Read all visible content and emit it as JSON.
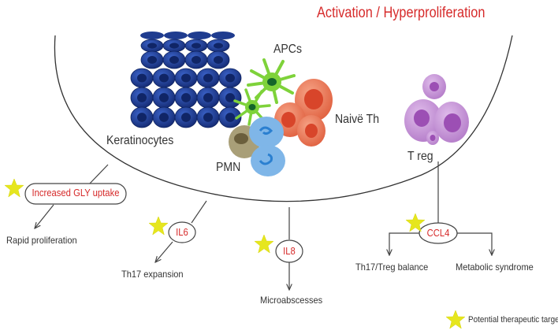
{
  "title": "Activation / Hyperproliferation",
  "cells": {
    "keratinocytes": "Keratinocytes",
    "apcs": "APCs",
    "naive_th": "Naivë Th",
    "pmn": "PMN",
    "treg": "T reg"
  },
  "nodes": {
    "gly": "Increased GLY uptake",
    "il6": "IL6",
    "il8": "IL8",
    "ccl4": "CCL4"
  },
  "outcomes": {
    "rapid_proliferation": "Rapid proliferation",
    "th17_expansion": "Th17 expansion",
    "microabscesses": "Microabscesses",
    "th17_treg_balance": "Th17/Treg balance",
    "metabolic_syndrome": "Metabolic syndrome"
  },
  "legend": {
    "label": "Potential therapeutic target",
    "icon": "star-icon"
  },
  "colors": {
    "title": "#d62a2a",
    "star": "#e6e61e",
    "keratinocyte": "#1f3c8f",
    "apc": "#7ed23a",
    "naive_th": "#ee7a5a",
    "pmn_blue": "#7fb6e8",
    "pmn_olive": "#a99f78",
    "treg": "#c48fd6"
  }
}
